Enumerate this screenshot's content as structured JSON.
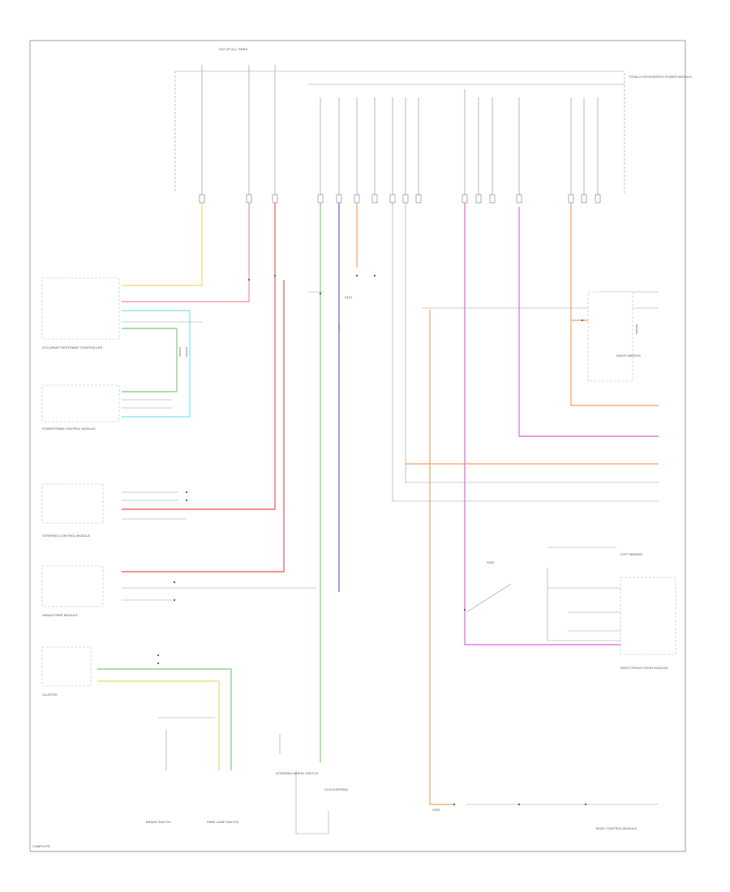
{
  "colors": {
    "yellow": "#f2e27a",
    "red": "#f26d6d",
    "pink": "#f0a0a8",
    "cyan": "#8fe8ee",
    "green": "#8fd48f",
    "blue": "#7878e8",
    "orange": "#f3b07a",
    "magenta": "#e47ae8",
    "gray": "#aaaaaa",
    "dark_green": "#6fbf6f"
  },
  "labels": {
    "fuse_block_header": "HOT AT ALL TIMES",
    "fuse_block": "TOTALLY INTEGRATED POWER MODULE",
    "occupant_module": "OCCUPANT RESTRAINT CONTROLLER",
    "powertrain_module": "POWERTRAIN CONTROL MODULE",
    "steering_module": "STEERING CONTROL MODULE",
    "hands_free_module": "HANDS FREE MODULE",
    "cluster": "CLUSTER",
    "cluster_sw": "STEERING WHEEL SWITCH",
    "brake_sw": "BRAKE SWITCH",
    "park_lamp": "PARK LAMP SWITCH",
    "clockspring": "CLOCKSPRING",
    "right_front_door": "RIGHT FRONT DOOR MODULE",
    "right_mirror": "RIGHT MIRROR",
    "left_mirror": "LEFT MIRROR",
    "body_module": "BODY CONTROL MODULE",
    "footer_code": "COMPLETE",
    "ground": "G301",
    "splice_a": "S101",
    "splice_b": "S202"
  }
}
